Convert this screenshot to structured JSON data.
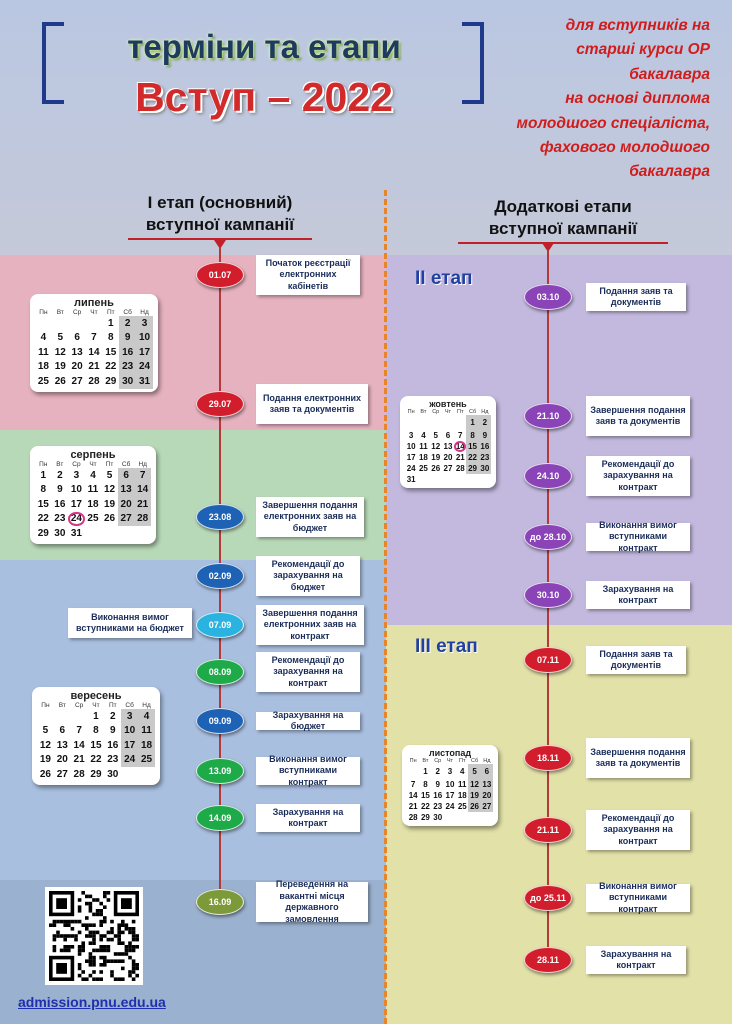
{
  "header": {
    "title_line1": "терміни та етапи",
    "title_line2": "Вступ – 2022",
    "subtitle_lines": [
      "для вступників на",
      "старші курси ОР",
      "бакалавра",
      "на основі диплома",
      "молодшого спеціаліста,",
      "фахового молодшого",
      "бакалавра"
    ]
  },
  "left": {
    "heading_line1": "І етап (основний)",
    "heading_line2": "вступної кампанії",
    "events": [
      {
        "date": "01.07",
        "text": "Початок реєстрації електронних кабінетів",
        "color": "#d21d2c"
      },
      {
        "date": "29.07",
        "text": "Подання електронних заяв та документів",
        "color": "#d21d2c"
      },
      {
        "date": "23.08",
        "text": "Завершення подання електронних заяв на бюджет",
        "color": "#1e62b5"
      },
      {
        "date": "02.09",
        "text": "Рекомендації до зарахування на бюджет",
        "color": "#1e62b5"
      },
      {
        "date": "07.09",
        "text": "Завершення подання електронних заяв на контракт",
        "color": "#2ab3e0"
      },
      {
        "date": "08.09",
        "text": "Рекомендації до зарахування на контракт",
        "color": "#1faa4a"
      },
      {
        "date": "09.09",
        "text": "Зарахування на бюджет",
        "color": "#1e62b5"
      },
      {
        "date": "13.09",
        "text": "Виконання вимог вступниками контракт",
        "color": "#1faa4a"
      },
      {
        "date": "14.09",
        "text": "Зарахування на контракт",
        "color": "#1faa4a"
      },
      {
        "date": "16.09",
        "text": "Переведення на вакантні місця державного замовлення",
        "color": "#7d9a3a"
      }
    ],
    "side_note": "Виконання вимог вступниками на бюджет"
  },
  "right": {
    "heading_line1": "Додаткові етапи",
    "heading_line2": "вступної кампанії",
    "stage2": "ІІ етап",
    "stage3": "ІІІ етап",
    "events": [
      {
        "date": "03.10",
        "text": "Подання заяв та документів",
        "color": "#8a44b8"
      },
      {
        "date": "21.10",
        "text": "Завершення подання заяв та документів",
        "color": "#8a44b8"
      },
      {
        "date": "24.10",
        "text": "Рекомендації до зарахування на контракт",
        "color": "#8a44b8"
      },
      {
        "date": "до 28.10",
        "text": "Виконання вимог вступниками контракт",
        "color": "#8a44b8"
      },
      {
        "date": "30.10",
        "text": "Зарахування на контракт",
        "color": "#8a44b8"
      },
      {
        "date": "07.11",
        "text": "Подання заяв та документів",
        "color": "#d21d2c"
      },
      {
        "date": "18.11",
        "text": "Завершення подання заяв та документів",
        "color": "#d21d2c"
      },
      {
        "date": "21.11",
        "text": "Рекомендації до зарахування на контракт",
        "color": "#d21d2c"
      },
      {
        "date": "до 25.11",
        "text": "Виконання вимог вступниками контракт",
        "color": "#d21d2c"
      },
      {
        "date": "28.11",
        "text": "Зарахування на контракт",
        "color": "#d21d2c"
      }
    ]
  },
  "weekdays": [
    "Пн",
    "Вт",
    "Ср",
    "Чт",
    "Пт",
    "Сб",
    "Нд"
  ],
  "calendars": [
    {
      "month": "липень",
      "start": 4,
      "days": 31,
      "highlight": null
    },
    {
      "month": "серпень",
      "start": 0,
      "days": 31,
      "highlight": 24
    },
    {
      "month": "вересень",
      "start": 3,
      "days": 30,
      "highlight": null
    },
    {
      "month": "жовтень",
      "start": 5,
      "days": 31,
      "highlight": 14
    },
    {
      "month": "листопад",
      "start": 1,
      "days": 30,
      "highlight": null
    }
  ],
  "footer": {
    "url": "admission.pnu.edu.ua"
  }
}
